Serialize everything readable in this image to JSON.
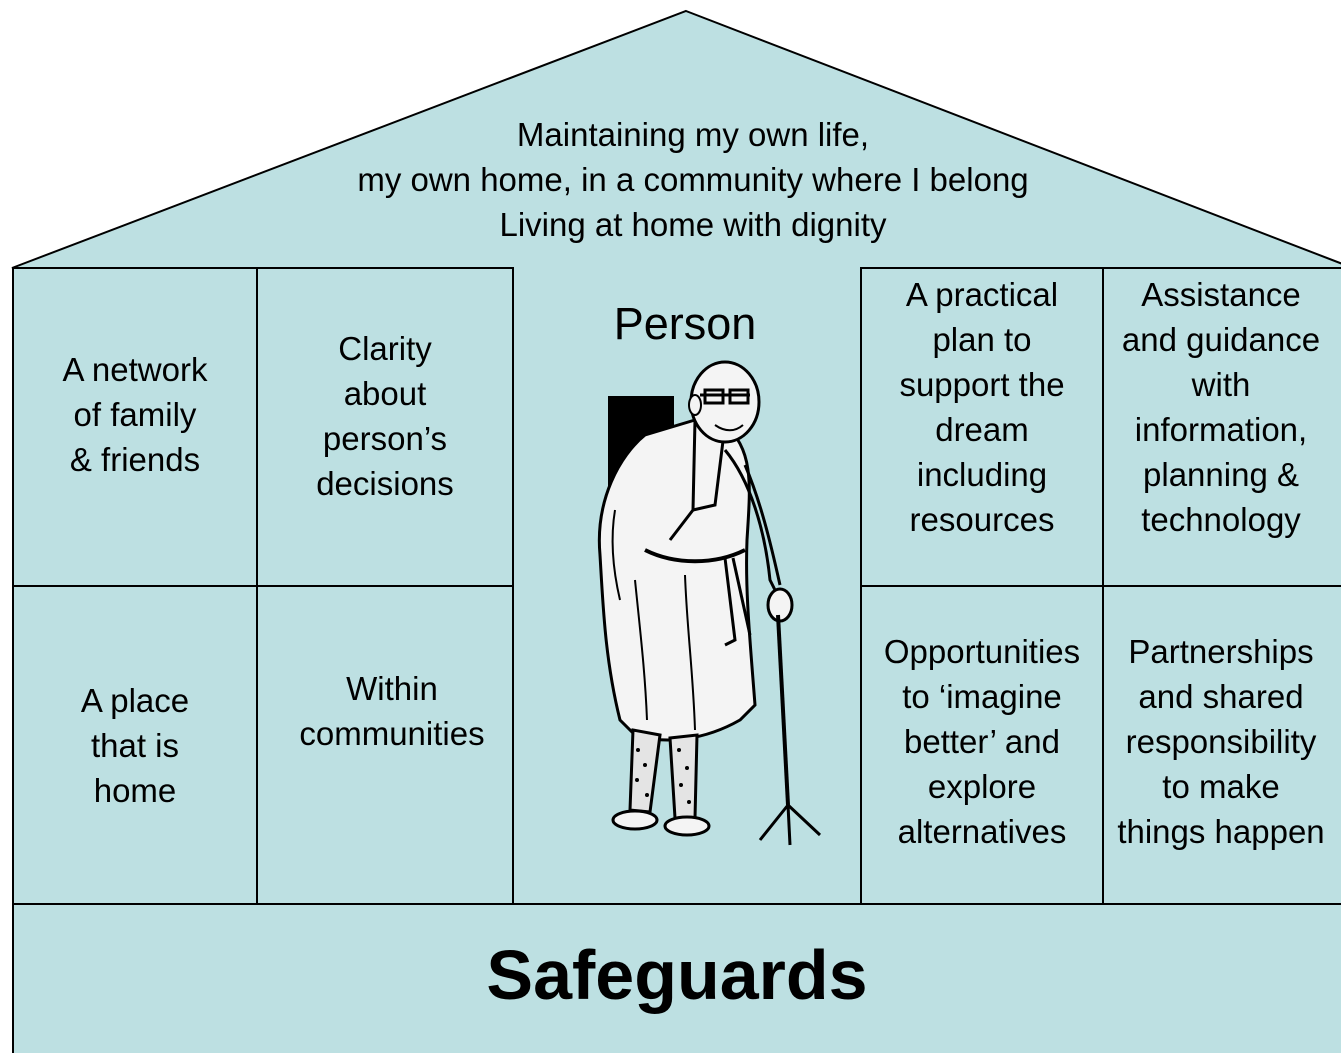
{
  "roof": {
    "lines": [
      "Maintaining my own life,",
      "my own home, in a community where I belong",
      "Living at home with dignity"
    ]
  },
  "cells": {
    "network": "A network\nof family\n& friends",
    "clarity": "Clarity\nabout\nperson’s\ndecisions",
    "place": "A place\nthat is\nhome",
    "communities": "Within\ncommunities",
    "plan": "A practical\nplan to\nsupport the\ndream\nincluding\nresources",
    "assistance": "Assistance\nand guidance\nwith\ninformation,\nplanning &\ntechnology",
    "opportunities": "Opportunities\nto ‘imagine\nbetter’ and\nexplore\nalternatives",
    "partnerships": "Partnerships\nand shared\nresponsibility\nto make\nthings happen"
  },
  "person": {
    "title": "Person"
  },
  "base": {
    "title": "Safeguards"
  },
  "colors": {
    "fill": "#bde0e2",
    "line": "#000000"
  }
}
